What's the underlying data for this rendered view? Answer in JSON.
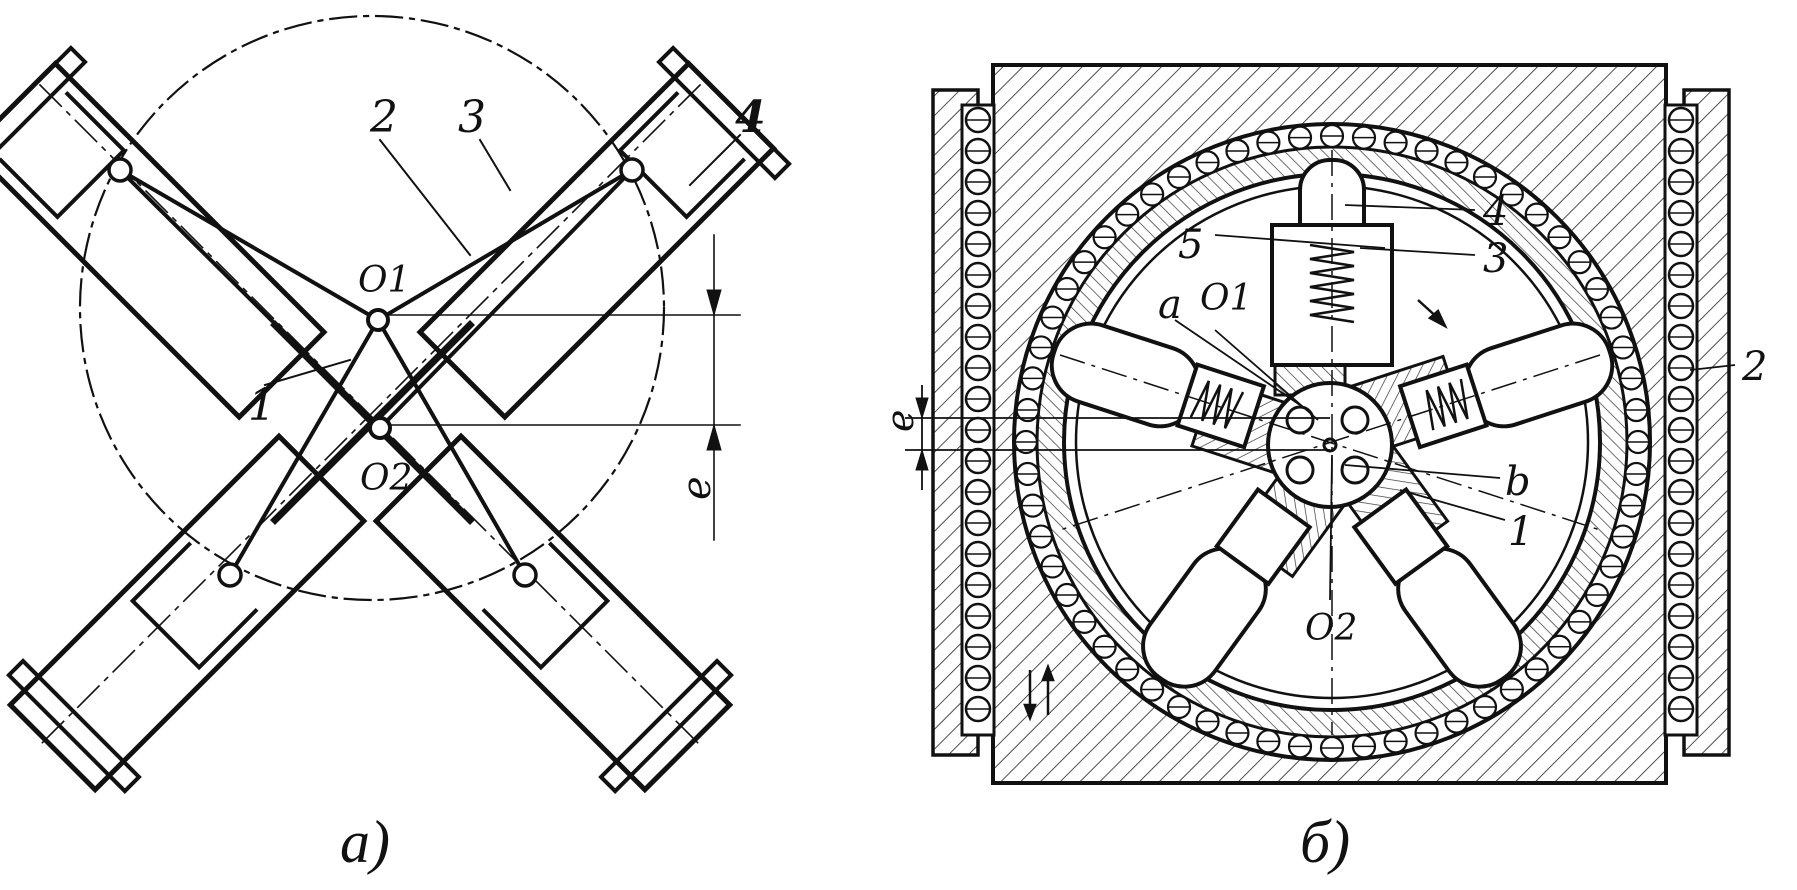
{
  "figure_a": {
    "caption": "а)",
    "labels": {
      "p1": "1",
      "p2": "2",
      "p3": "3",
      "p4": "4",
      "o1": "O1",
      "o2": "O2",
      "e": "e"
    }
  },
  "figure_b": {
    "caption": "б)",
    "labels": {
      "p1": "1",
      "p2": "2",
      "p3": "3",
      "p4": "4",
      "p5": "5",
      "a": "a",
      "b": "b",
      "o1": "O1",
      "o2": "O2",
      "e": "e"
    }
  },
  "colors": {
    "ink": "#111111",
    "paper": "#ffffff"
  }
}
